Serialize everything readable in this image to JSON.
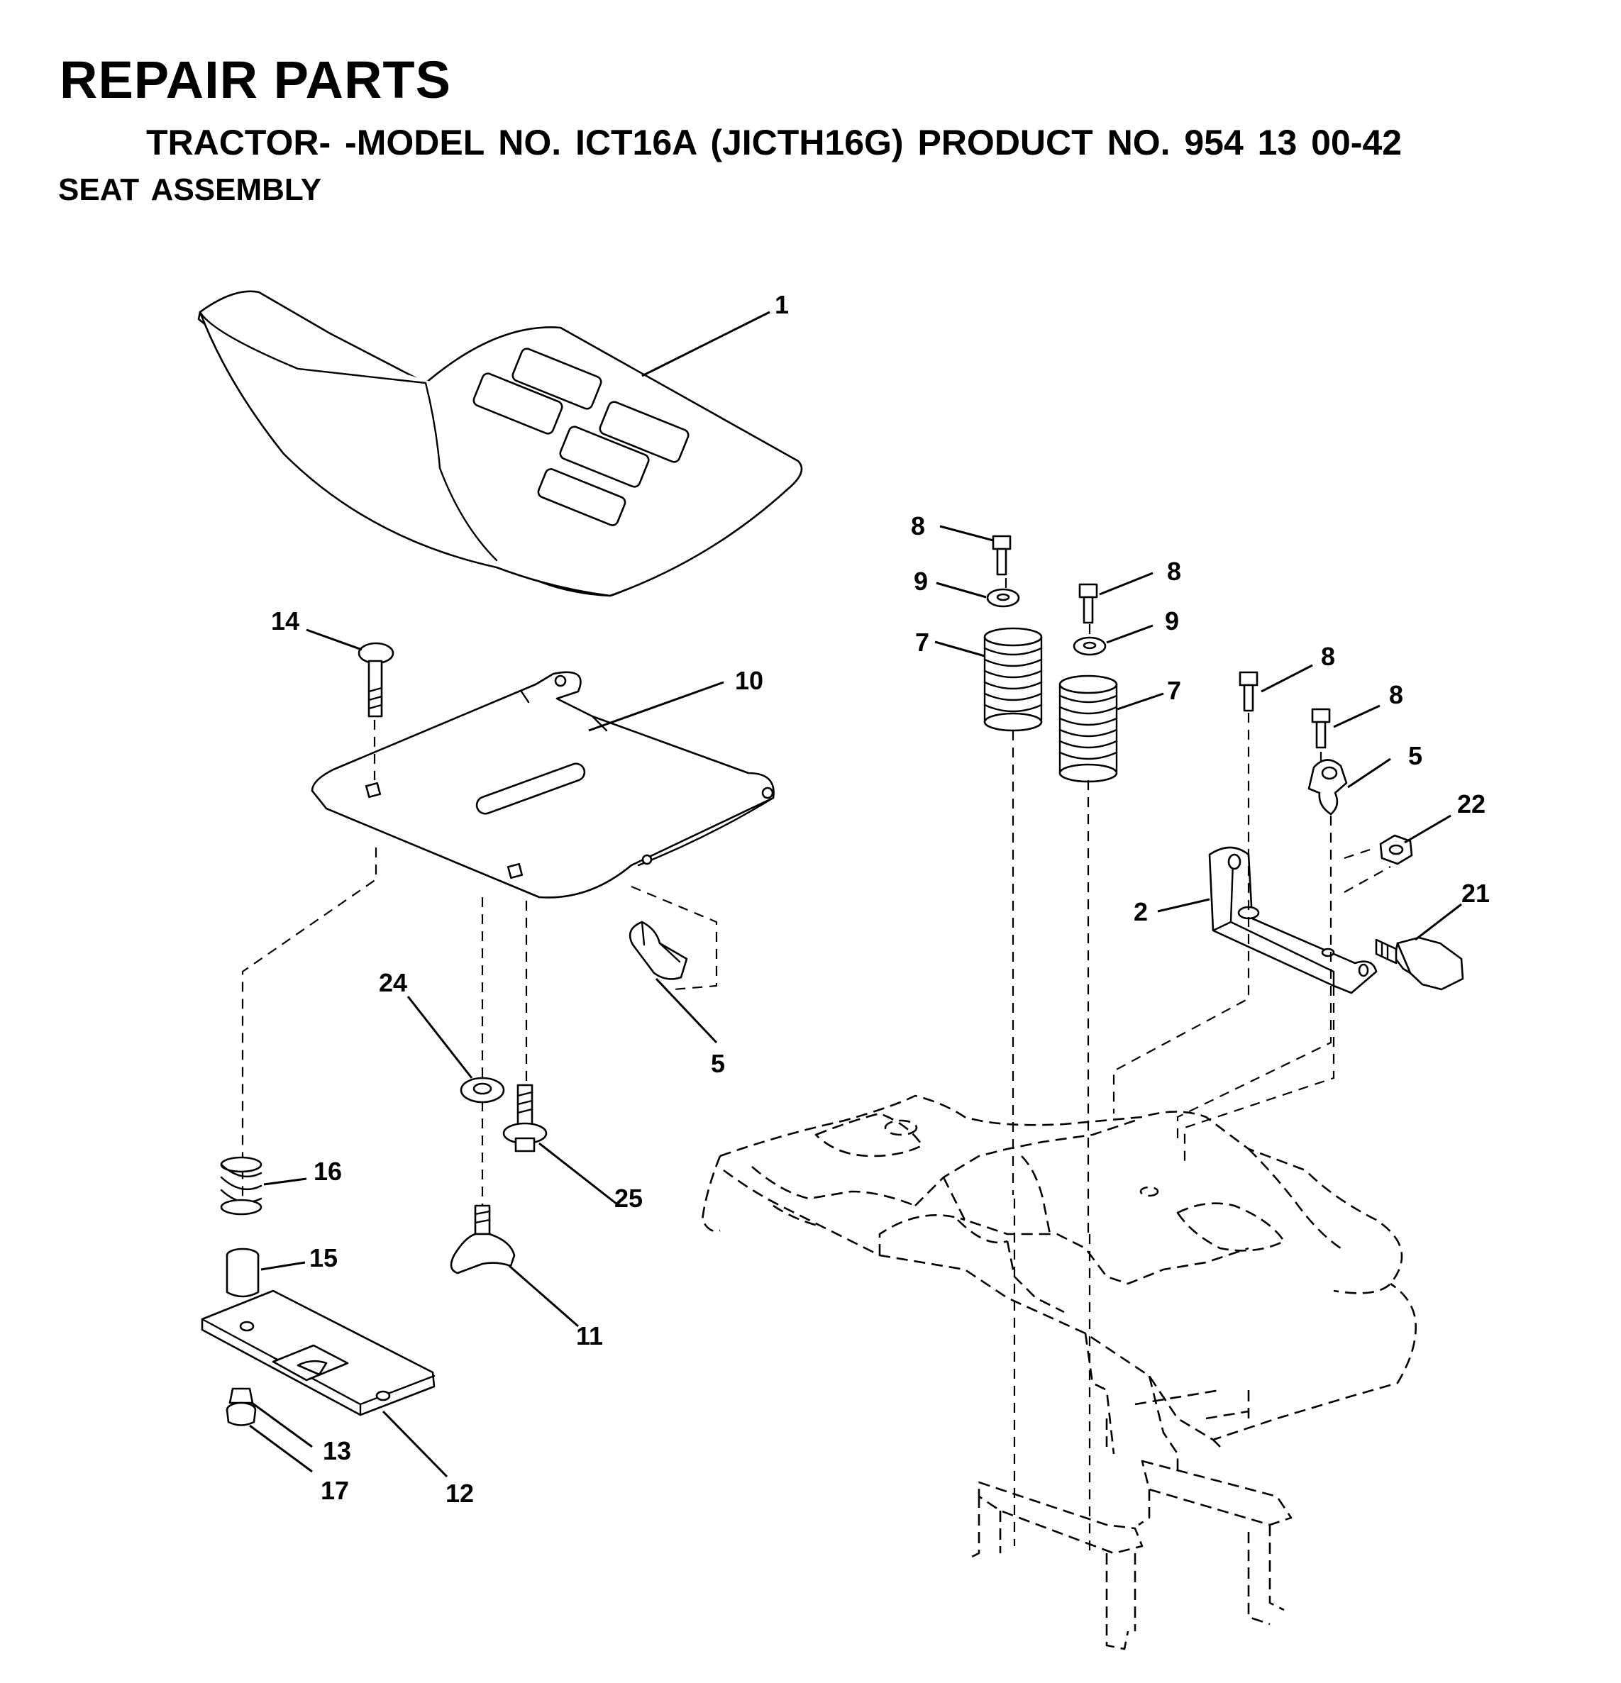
{
  "header": {
    "title": "REPAIR PARTS",
    "subtitle": "TRACTOR- -MODEL NO. ICT16A (JICTH16G) PRODUCT NO. 954 13 00-42",
    "section": "SEAT ASSEMBLY"
  },
  "callouts": {
    "c1": "1",
    "c2": "2",
    "c5a": "5",
    "c5b": "5",
    "c7a": "7",
    "c7b": "7",
    "c8a": "8",
    "c8b": "8",
    "c8c": "8",
    "c8d": "8",
    "c9a": "9",
    "c9b": "9",
    "c10": "10",
    "c11": "11",
    "c12": "12",
    "c13": "13",
    "c14": "14",
    "c15": "15",
    "c16": "16",
    "c17": "17",
    "c21": "21",
    "c22": "22",
    "c24": "24",
    "c25": "25"
  }
}
